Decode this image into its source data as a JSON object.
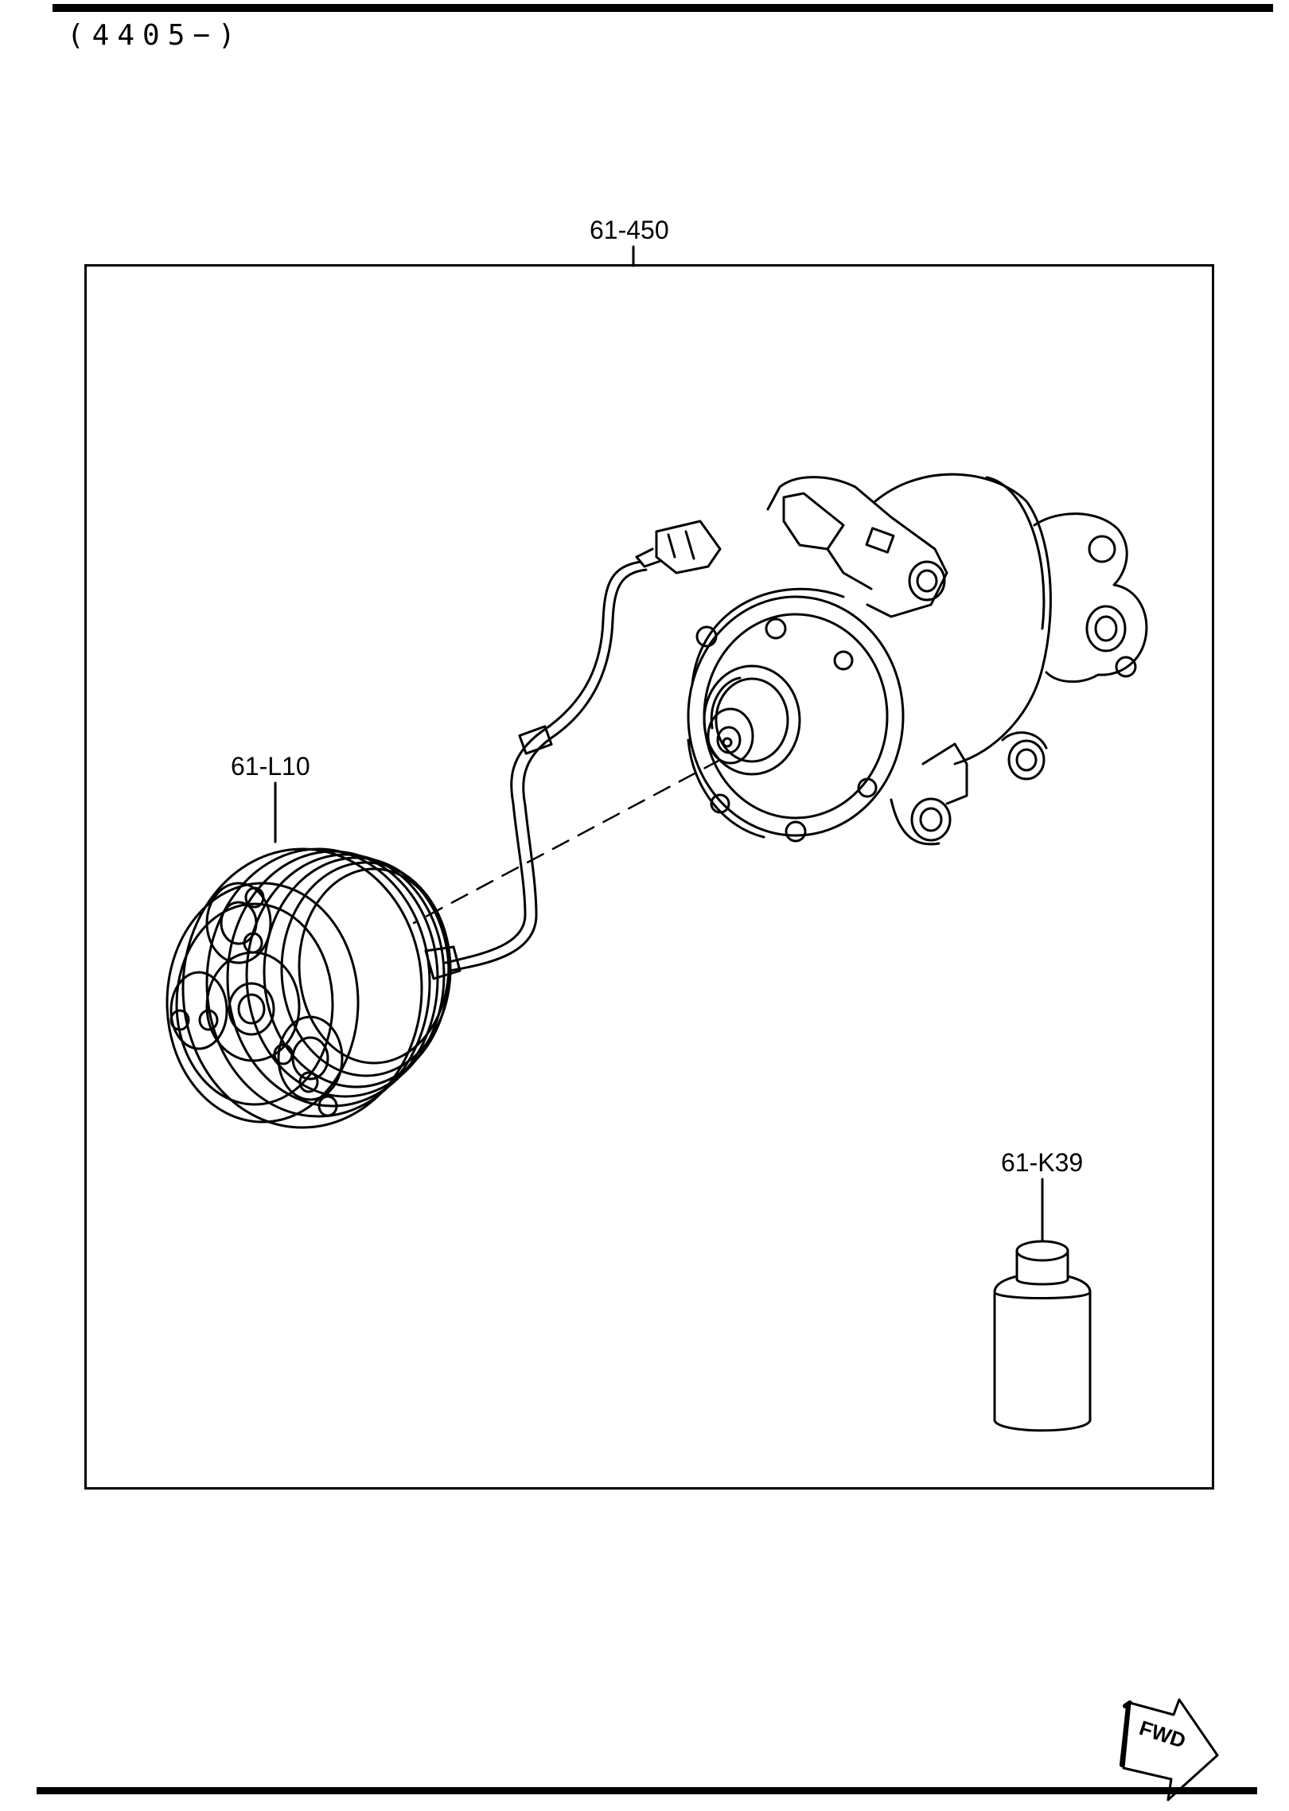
{
  "header": {
    "code": "(4405−)"
  },
  "callouts": {
    "assembly": "61-450",
    "clutch": "61-L10",
    "oil": "61-K39"
  },
  "direction": {
    "label": "FWD"
  },
  "colors": {
    "ink": "#000000",
    "paper": "#ffffff"
  }
}
